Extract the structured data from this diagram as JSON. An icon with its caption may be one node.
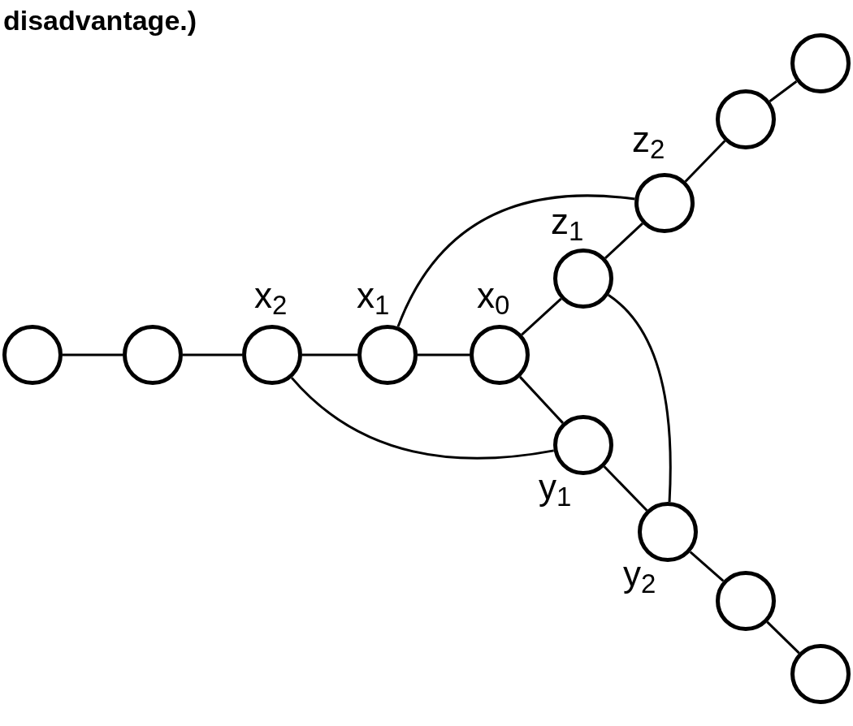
{
  "diagram": {
    "nodes": [
      {
        "text": [],
        "shape": "circle"
      },
      {
        "text": [],
        "shape": "circle"
      },
      {
        "text": [],
        "shape": "circle",
        "beside": [
          "x$_{2}$"
        ]
      },
      {
        "text": [],
        "shape": "circle",
        "beside": [
          "x$_{1}$"
        ]
      },
      {
        "text": [],
        "shape": "circle",
        "beside": [
          "x$_{0}$"
        ]
      },
      {
        "text": [],
        "shape": "circle",
        "beside": [
          "z$_{1}$"
        ]
      },
      {
        "text": [],
        "shape": "circle",
        "beside": [
          "z$_{2}$"
        ]
      },
      {
        "text": [],
        "shape": "circle"
      },
      {
        "text": [],
        "shape": "circle"
      },
      {
        "text": [],
        "shape": "circle",
        "beside": [
          "y$_{1}$"
        ]
      },
      {
        "text": [],
        "shape": "circle",
        "beside": [
          "y$_{2}$"
        ]
      },
      {
        "text": [],
        "shape": "circle"
      },
      {
        "text": [],
        "shape": "circle"
      }
    ],
    "edges": [
      {
        "from": 0,
        "to": 1,
        "arrow": "none"
      },
      {
        "from": 1,
        "to": 2,
        "arrow": "none"
      },
      {
        "from": 2,
        "to": 3,
        "arrow": "none"
      },
      {
        "from": 3,
        "to": 4,
        "arrow": "none"
      },
      {
        "from": 4,
        "to": 5,
        "arrow": "none"
      },
      {
        "from": 5,
        "to": 6,
        "arrow": "none"
      },
      {
        "from": 6,
        "to": 7,
        "arrow": "none"
      },
      {
        "from": 7,
        "to": 8,
        "arrow": "none"
      },
      {
        "from": 4,
        "to": 9,
        "arrow": "none"
      },
      {
        "from": 9,
        "to": 10,
        "arrow": "none"
      },
      {
        "from": 10,
        "to": 11,
        "arrow": "none"
      },
      {
        "from": 11,
        "to": 12,
        "arrow": "none"
      },
      {
        "from": 3,
        "to": 6,
        "arrow": "none"
      },
      {
        "from": 2,
        "to": 9,
        "arrow": "none"
      },
      {
        "from": 5,
        "to": 10,
        "arrow": "none"
      }
    ],
    "labels": [
      "disadvantage.)"
    ]
  }
}
